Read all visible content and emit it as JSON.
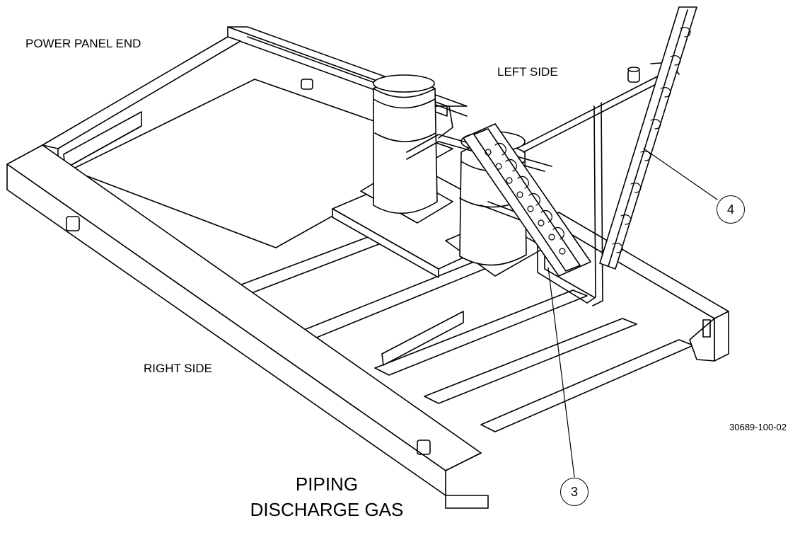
{
  "labels": {
    "power_panel_end": "POWER PANEL END",
    "left_side": "LEFT SIDE",
    "right_side": "RIGHT SIDE",
    "figure_number": "30689-100-02"
  },
  "title": {
    "line1": "PIPING",
    "line2": "DISCHARGE GAS"
  },
  "callouts": [
    {
      "number": "3"
    },
    {
      "number": "4"
    }
  ]
}
